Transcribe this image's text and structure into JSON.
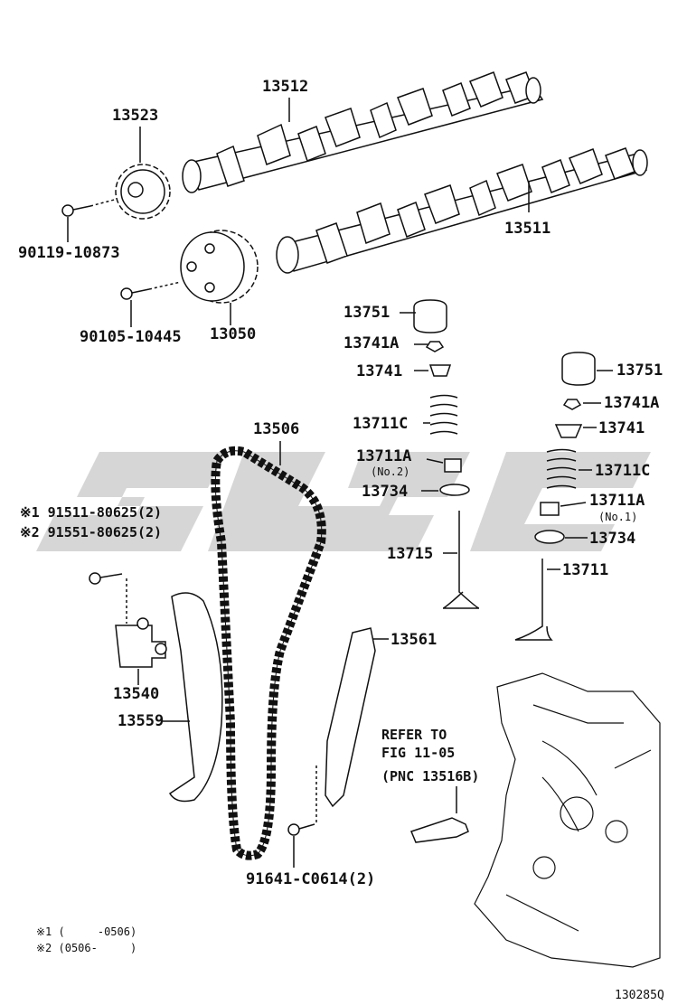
{
  "parts": {
    "p13512": "13512",
    "p13523": "13523",
    "p13511": "13511",
    "p90119": "90119-10873",
    "p90105": "90105-10445",
    "p13050": "13050",
    "p13751_a": "13751",
    "p13741A_a": "13741A",
    "p13741_a": "13741",
    "p13711C_a": "13711C",
    "p13711A_a": "13711A",
    "no2": "(No.2)",
    "p13734_a": "13734",
    "p13715": "13715",
    "p13751_b": "13751",
    "p13741A_b": "13741A",
    "p13741_b": "13741",
    "p13711C_b": "13711C",
    "p13711A_b": "13711A",
    "no1": "(No.1)",
    "p13734_b": "13734",
    "p13711": "13711",
    "p13506": "13506",
    "p13561": "13561",
    "p13540": "13540",
    "p13559": "13559",
    "p91641": "91641-C0614(2)",
    "bolt1": "※1 91511-80625(2)",
    "bolt2": "※2 91551-80625(2)"
  },
  "refer": {
    "line1": "REFER TO",
    "line2": "FIG 11-05",
    "line3": "(PNC 13516B)"
  },
  "footnotes": {
    "f1": "※1 (     -0506)",
    "f2": "※2 (0506-     )"
  },
  "illustration_id": "130285Q",
  "colors": {
    "line": "#111111",
    "watermark": "#d2d2d2"
  }
}
